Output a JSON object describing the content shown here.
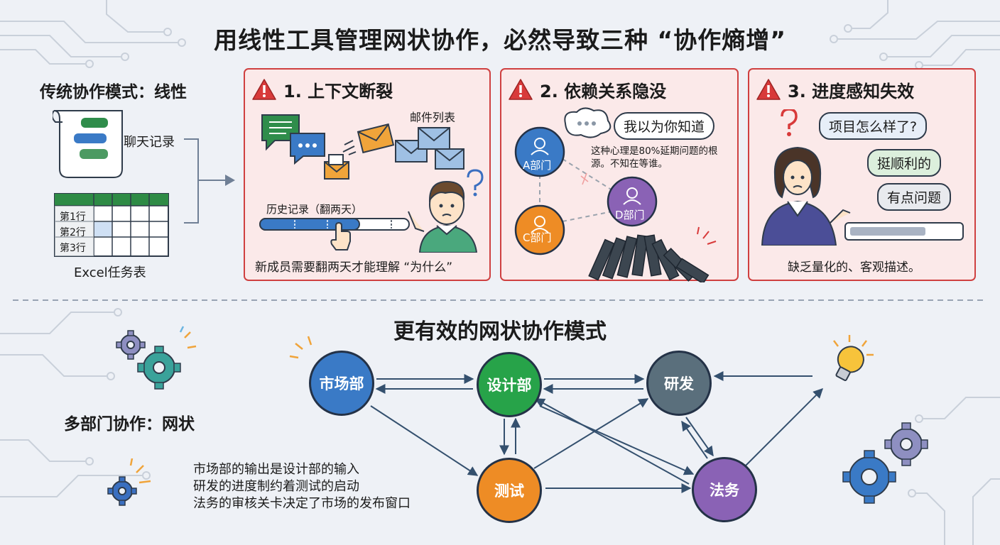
{
  "title": "用线性工具管理网状协作，必然导致三种 “协作熵增”",
  "linear": {
    "heading": "传统协作模式：线性",
    "chat_label": "聊天记录",
    "excel_rows": [
      "第1行",
      "第2行",
      "第3行"
    ],
    "excel_label": "Excel任务表"
  },
  "panels": [
    {
      "title": "1. 上下文断裂",
      "mail_label": "邮件列表",
      "history_label": "历史记录（翻两天）",
      "caption": "新成员需要翻两天才能理解 “为什么”"
    },
    {
      "title": "2. 依赖关系隐没",
      "bubble": "我以为你知道",
      "note": "这种心理是80%延期问题的根源。不知在等谁。",
      "dept_a": "A部门",
      "dept_c": "C部门",
      "dept_d": "D部门"
    },
    {
      "title": "3. 进度感知失效",
      "question": "项目怎么样了?",
      "reply1": "挺顺利的",
      "reply2": "有点问题",
      "caption": "缺乏量化的、客观描述。"
    }
  ],
  "network": {
    "heading": "更有效的网状协作模式",
    "side_heading": "多部门协作：网状",
    "nodes": {
      "market": "市场部",
      "design": "设计部",
      "rd": "研发",
      "test": "测试",
      "legal": "法务"
    },
    "notes": [
      "市场部的输出是设计部的输入",
      "研发的进度制约着测试的启动",
      "法务的审核关卡决定了市场的发布窗口"
    ]
  },
  "colors": {
    "market": "#3a7ac6",
    "design": "#27a349",
    "rd": "#5a6f7c",
    "test": "#ee8c25",
    "legal": "#8a62b5",
    "alert": "#cf4040",
    "panel_bg": "#fbe9e9"
  },
  "icons": [
    "warning-icon",
    "chat-icon",
    "mail-icon",
    "hand-pointer-icon",
    "question-icon",
    "gear-icon",
    "lightbulb-icon",
    "thought-bubble-icon",
    "user-icon",
    "domino-icon",
    "arrow-right-icon"
  ]
}
